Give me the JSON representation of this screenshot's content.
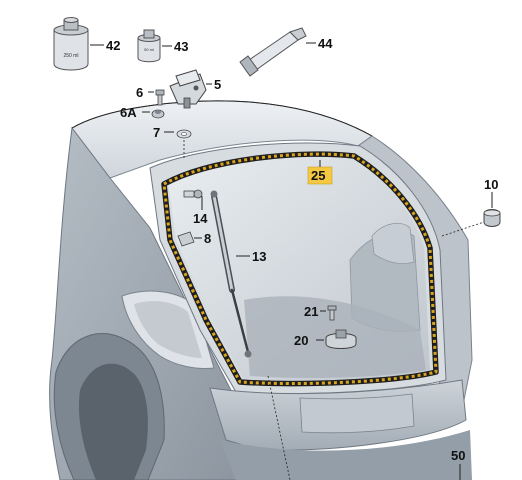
{
  "parts": [
    {
      "id": "p42",
      "number": "42",
      "description": "container",
      "label_on_item": "250 ml"
    },
    {
      "id": "p43",
      "number": "43",
      "description": "small can",
      "label_on_item": "50 ml"
    },
    {
      "id": "p44",
      "number": "44",
      "description": "tube"
    },
    {
      "id": "p5",
      "number": "5",
      "description": "hinge"
    },
    {
      "id": "p6",
      "number": "6",
      "description": "bolt"
    },
    {
      "id": "p6a",
      "number": "6A",
      "description": "nut"
    },
    {
      "id": "p7",
      "number": "7",
      "description": "washer"
    },
    {
      "id": "p25",
      "number": "25",
      "description": "seal",
      "highlighted": true
    },
    {
      "id": "p10",
      "number": "10",
      "description": "buffer"
    },
    {
      "id": "p14",
      "number": "14",
      "description": "ball stud"
    },
    {
      "id": "p8",
      "number": "8",
      "description": "clip"
    },
    {
      "id": "p13",
      "number": "13",
      "description": "gas strut"
    },
    {
      "id": "p21",
      "number": "21",
      "description": "screw"
    },
    {
      "id": "p20",
      "number": "20",
      "description": "lock striker"
    },
    {
      "id": "p50",
      "number": "50",
      "description": "tailgate"
    }
  ],
  "colors": {
    "highlight": "#f5c842",
    "seal": "#d9a520",
    "line": "#222222",
    "body_light": "#e6eaee",
    "body_mid": "#c6ccd3",
    "body_dark": "#8f98a2"
  }
}
